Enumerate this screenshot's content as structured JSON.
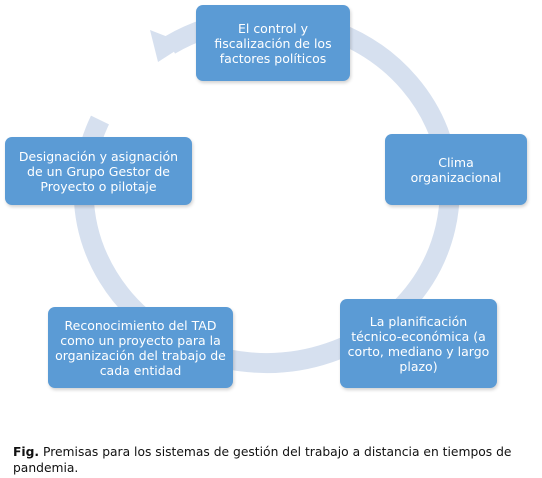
{
  "diagram": {
    "nodes": [
      {
        "id": "n1",
        "label": "El control y fiscalización de los factores políticos"
      },
      {
        "id": "n2",
        "label": "Clima organizacional"
      },
      {
        "id": "n3",
        "label": "La planificación técnico-económica (a corto, mediano y largo plazo)"
      },
      {
        "id": "n4",
        "label": "Reconocimiento del TAD como un proyecto para la organización del trabajo de cada entidad"
      },
      {
        "id": "n5",
        "label": "Designación y asignación de un Grupo Gestor de Proyecto o pilotaje"
      }
    ],
    "flow": "clockwise",
    "colors": {
      "node_fill": "#5b9bd5",
      "node_text": "#ffffff",
      "cycle_ring": "#d6e0ef"
    }
  },
  "caption": {
    "prefix": "Fig.",
    "text": " Premisas para los sistemas de gestión del trabajo a distancia en tiempos de pandemia."
  }
}
